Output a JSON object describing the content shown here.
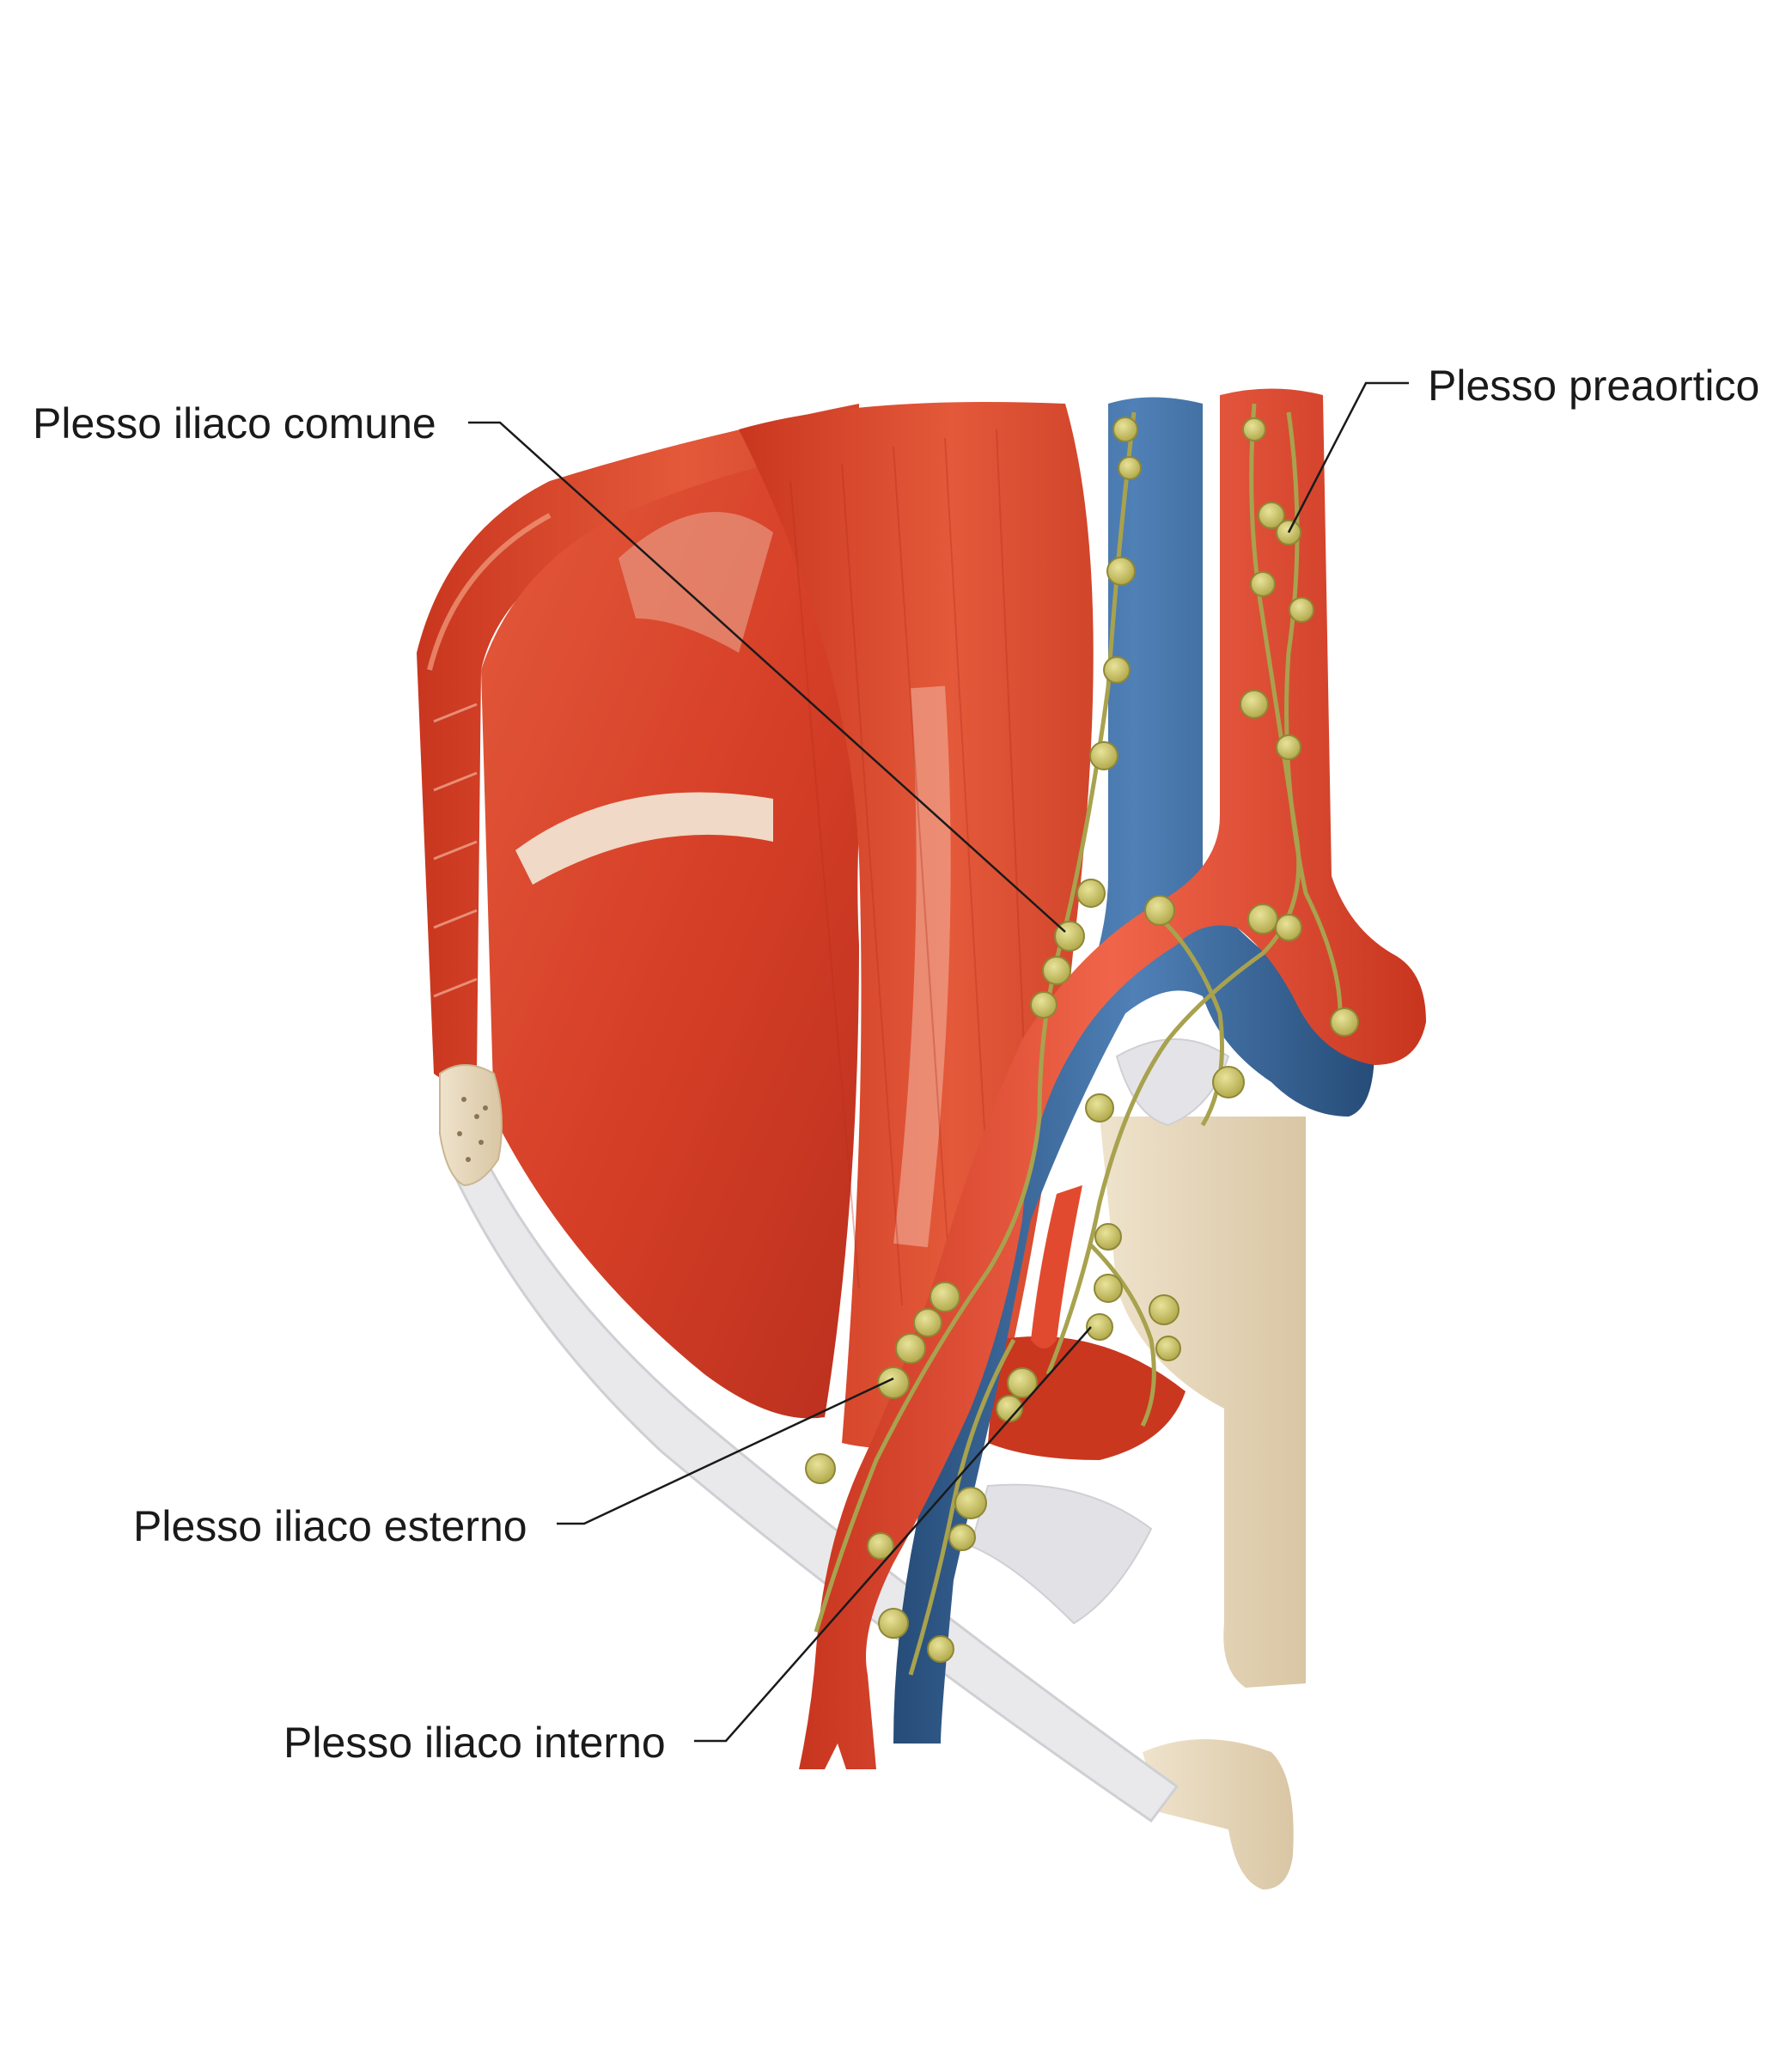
{
  "labels": {
    "common_iliac": "Plesso iliaco comune",
    "preaortic": "Plesso preaortico",
    "external_iliac": "Plesso iliaco esterno",
    "internal_iliac": "Plesso iliaco interno"
  },
  "colors": {
    "muscle": "#d9442c",
    "muscle_dark": "#b8321f",
    "muscle_light": "#ea6a4c",
    "vein": "#2f5a8c",
    "vein_light": "#4f7fb3",
    "artery": "#e1452e",
    "lymph_node": "#c9c26a",
    "lymph_vessel": "#a8a24e",
    "ligament": "#e6e6e8",
    "bone": "#e8d9bf",
    "leader_line": "#1a1a1a"
  }
}
